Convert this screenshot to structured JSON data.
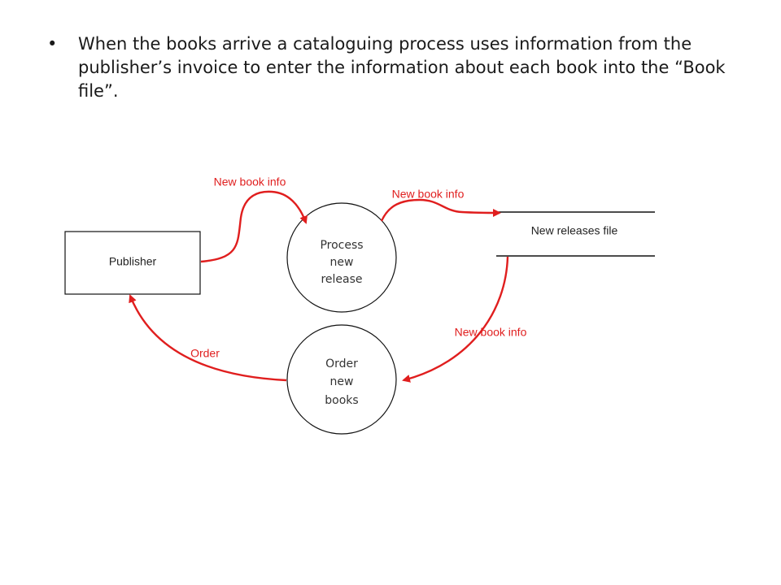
{
  "slide": {
    "bullet_symbol": "•",
    "bullet_text": "When the books arrive a cataloguing process uses information from the publisher’s invoice to enter the information about each book into the “Book file”."
  },
  "diagram": {
    "colors": {
      "flow": "#e01e1e",
      "outline": "#111111"
    },
    "entities": {
      "publisher": "Publisher"
    },
    "processes": {
      "process_new_release": [
        "Process",
        "new",
        "release"
      ],
      "order_new_books": [
        "Order",
        "new",
        "books"
      ]
    },
    "data_stores": {
      "new_releases_file": "New releases file"
    },
    "flows": {
      "publisher_to_process": "New book info",
      "process_to_store": "New book info",
      "store_to_order": "New book info",
      "order_to_publisher": "Order"
    }
  }
}
